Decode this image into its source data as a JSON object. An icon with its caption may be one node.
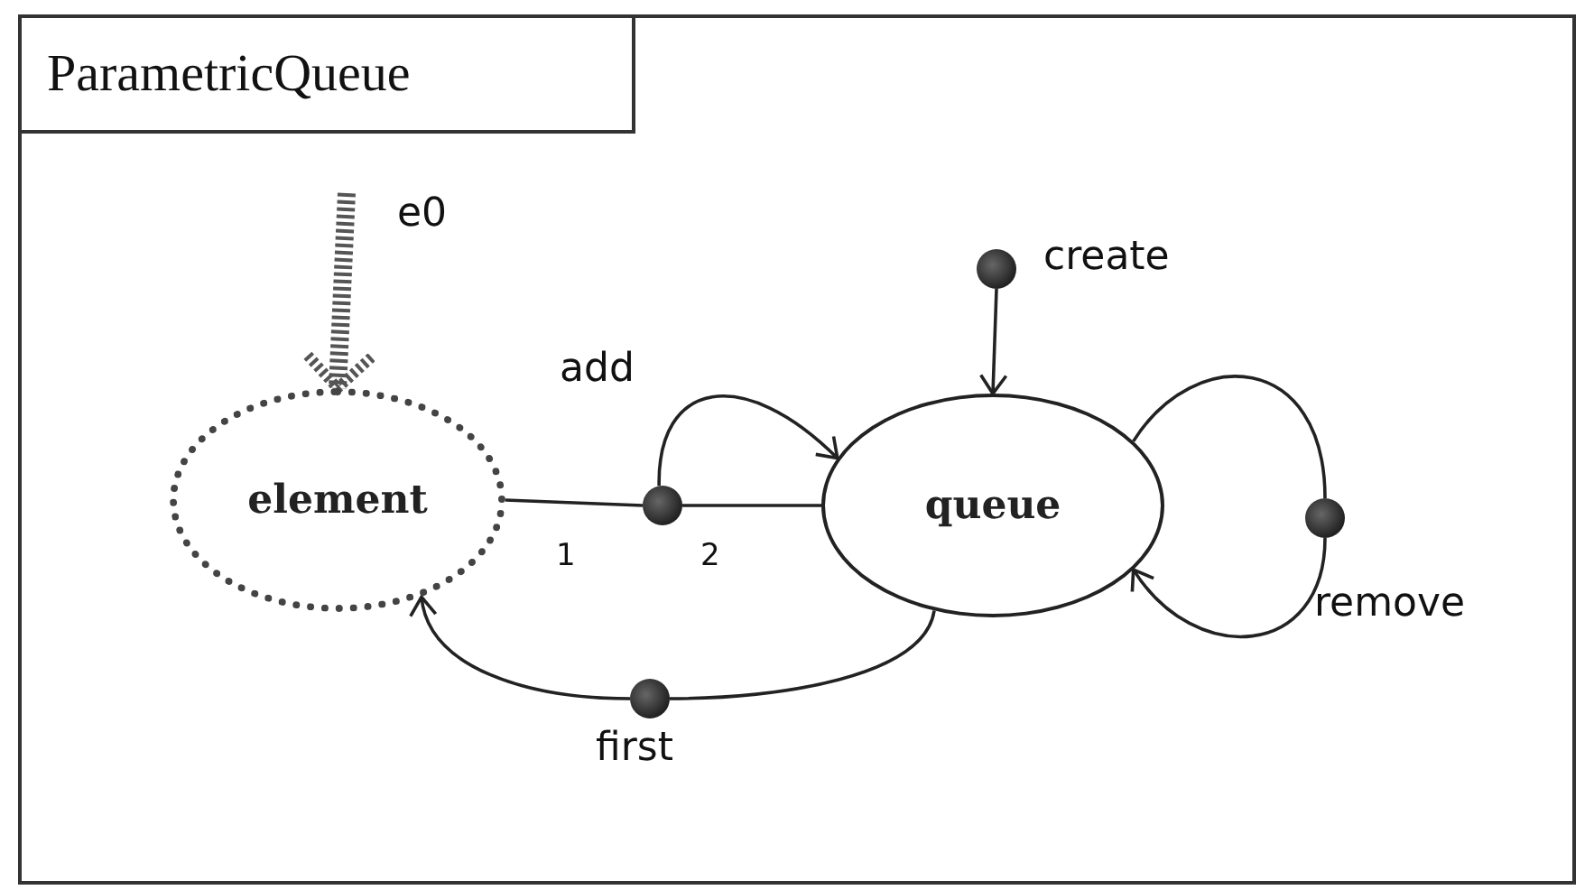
{
  "diagram": {
    "nodes": [
      {
        "text": [
          "ParametricQueue"
        ]
      },
      {
        "text": [
          "element"
        ],
        "in": 0
      },
      {
        "text": [],
        "shape": "circle",
        "beside": [
          "create"
        ],
        "in": 0
      },
      {
        "text": [],
        "shape": "circle",
        "in": 0
      },
      {
        "text": [
          "queue"
        ],
        "in": 0
      },
      {
        "text": [],
        "shape": "circle",
        "beside": [
          "remove"
        ],
        "in": 0
      },
      {
        "text": [],
        "shape": "circle",
        "beside": [
          "first"
        ],
        "in": 0
      }
    ],
    "edges": [
      {
        "from": null,
        "to": 1,
        "arrow": "to",
        "label": "e0",
        "style": "dashed"
      },
      {
        "from": 2,
        "to": 4,
        "arrow": "to"
      },
      {
        "from": 1,
        "to": 3,
        "arrow": "none",
        "label": "1"
      },
      {
        "from": 3,
        "to": 4,
        "arrow": "none",
        "label": "2"
      },
      {
        "from": 3,
        "to": 4,
        "arrow": "to",
        "label": "add"
      },
      {
        "from": 4,
        "to": 5,
        "arrow": "none"
      },
      {
        "from": 5,
        "to": 4,
        "arrow": "to"
      },
      {
        "from": 4,
        "to": 6,
        "arrow": "none"
      },
      {
        "from": 6,
        "to": 1,
        "arrow": "to"
      }
    ]
  }
}
